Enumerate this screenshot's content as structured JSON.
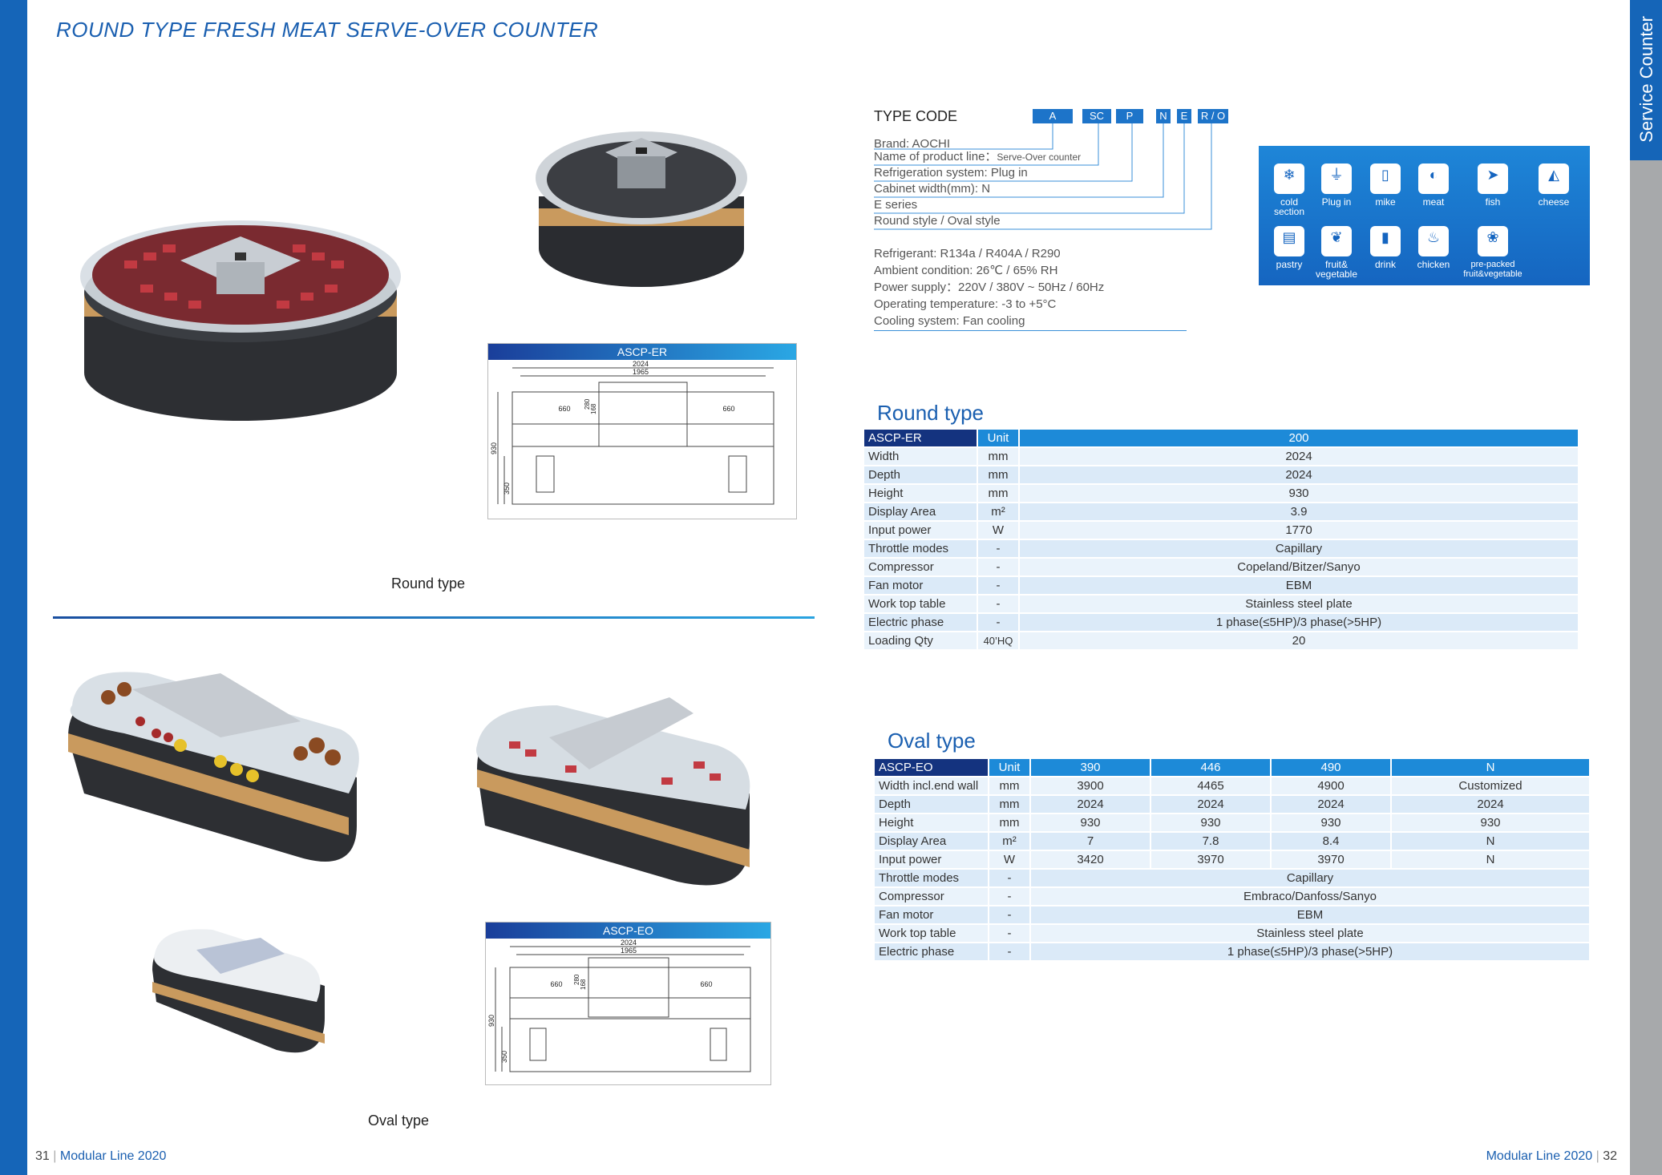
{
  "page": {
    "title": "ROUND TYPE FRESH MEAT SERVE-OVER COUNTER",
    "side_tab": "Service Counter",
    "caption_round": "Round type",
    "caption_oval": "Oval type",
    "footer_left_num": "31",
    "footer_left_text": "Modular Line 2020",
    "footer_right_text": "Modular Line 2020",
    "footer_right_num": "32"
  },
  "drawings": {
    "round_header": "ASCP-ER",
    "oval_header": "ASCP-EO",
    "dim_outer": "2024",
    "dim_inner": "1965",
    "dim_shelf": "660",
    "dim_280": "280",
    "dim_168": "168",
    "dim_height": "930",
    "dim_base": "350"
  },
  "type_code": {
    "label": "TYPE CODE",
    "codes": [
      "A",
      "SC",
      "P",
      "N",
      "E",
      "R / O"
    ],
    "brand": "Brand: AOCHI",
    "product_line": "Name of product line：",
    "product_line_value": "Serve-Over counter",
    "refrigeration": "Refrigeration system: Plug in",
    "cabinet_width": "Cabinet width(mm): N",
    "series": "E series",
    "style": "Round style / Oval style"
  },
  "conditions": [
    "Refrigerant: R134a / R404A / R290",
    "Ambient condition: 26℃ / 65% RH",
    "Power supply：220V / 380V ~ 50Hz / 60Hz",
    "Operating temperature: -3 to +5°C",
    "Cooling system: Fan cooling"
  ],
  "icons": [
    {
      "label1": "cold",
      "label2": "section",
      "icon": "snowflake-icon",
      "glyph": "❄"
    },
    {
      "label1": "Plug in",
      "label2": "",
      "icon": "plug-icon",
      "glyph": "⏚"
    },
    {
      "label1": "mike",
      "label2": "",
      "icon": "milk-icon",
      "glyph": "▯"
    },
    {
      "label1": "meat",
      "label2": "",
      "icon": "meat-icon",
      "glyph": "◐"
    },
    {
      "label1": "fish",
      "label2": "",
      "icon": "fish-icon",
      "glyph": "➤"
    },
    {
      "label1": "cheese",
      "label2": "",
      "icon": "cheese-icon",
      "glyph": "◭"
    },
    {
      "label1": "pastry",
      "label2": "",
      "icon": "cake-icon",
      "glyph": "▤"
    },
    {
      "label1": "fruit&",
      "label2": "vegetable",
      "icon": "fruit-icon",
      "glyph": "❦"
    },
    {
      "label1": "drink",
      "label2": "",
      "icon": "bottle-icon",
      "glyph": "▮"
    },
    {
      "label1": "chicken",
      "label2": "",
      "icon": "chicken-icon",
      "glyph": "♨"
    },
    {
      "label1": "pre-packed",
      "label2": "fruit&vegetable",
      "icon": "packed-fruit-icon",
      "glyph": "❀"
    }
  ],
  "round_table": {
    "title": "Round type",
    "header": [
      "ASCP-ER",
      "Unit",
      "200"
    ],
    "rows": [
      [
        "Width",
        "mm",
        "2024"
      ],
      [
        "Depth",
        "mm",
        "2024"
      ],
      [
        "Height",
        "mm",
        "930"
      ],
      [
        "Display Area",
        "m²",
        "3.9"
      ],
      [
        "Input power",
        "W",
        "1770"
      ],
      [
        "Throttle modes",
        "-",
        "Capillary"
      ],
      [
        "Compressor",
        "-",
        "Copeland/Bitzer/Sanyo"
      ],
      [
        "Fan motor",
        "-",
        "EBM"
      ],
      [
        "Work top table",
        "-",
        "Stainless steel plate"
      ],
      [
        "Electric phase",
        "-",
        "1 phase(≤5HP)/3 phase(>5HP)"
      ],
      [
        "Loading Qty",
        "40’HQ",
        "20"
      ]
    ]
  },
  "oval_table": {
    "title": "Oval type",
    "header": [
      "ASCP-EO",
      "Unit",
      "390",
      "446",
      "490",
      "N"
    ],
    "rows": [
      [
        "Width incl.end wall",
        "mm",
        "3900",
        "4465",
        "4900",
        "Customized"
      ],
      [
        "Depth",
        "mm",
        "2024",
        "2024",
        "2024",
        "2024"
      ],
      [
        "Height",
        "mm",
        "930",
        "930",
        "930",
        "930"
      ],
      [
        "Display Area",
        "m²",
        "7",
        "7.8",
        "8.4",
        "N"
      ],
      [
        "Input power",
        "W",
        "3420",
        "3970",
        "3970",
        "N"
      ]
    ],
    "merged_rows": [
      [
        "Throttle modes",
        "-",
        "Capillary"
      ],
      [
        "Compressor",
        "-",
        "Embraco/Danfoss/Sanyo"
      ],
      [
        "Fan motor",
        "-",
        "EBM"
      ],
      [
        "Work top table",
        "-",
        "Stainless steel plate"
      ],
      [
        "Electric phase",
        "-",
        "1 phase(≤5HP)/3 phase(>5HP)"
      ]
    ]
  }
}
